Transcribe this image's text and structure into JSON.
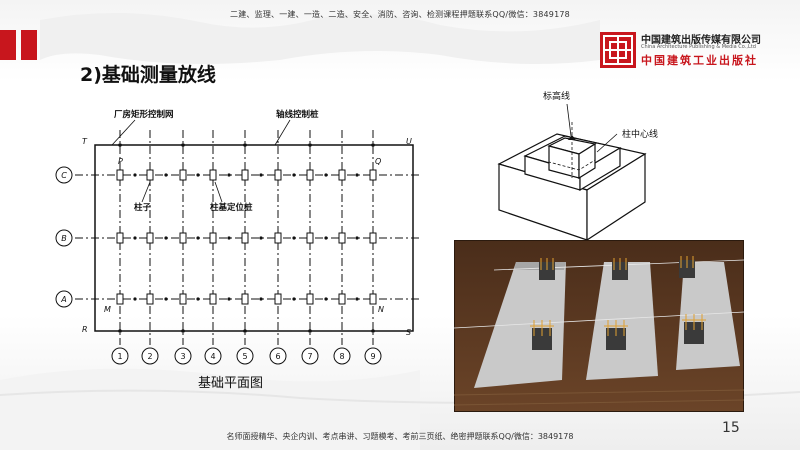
{
  "header": {
    "banner": "二建、监理、一建、一造、二造、安全、消防、咨询、检测课程押题联系QQ/微信：3849178"
  },
  "logo": {
    "name_cn": "中国建筑出版传媒有限公司",
    "name_en": "China Architecture Publishing & Media Co.,Ltd",
    "calligraphy": "中国建筑工业出版社"
  },
  "slide": {
    "title": "2)基础测量放线",
    "page_number": "15"
  },
  "plan_drawing": {
    "caption": "基础平面图",
    "label_control_net": "厂房矩形控制网",
    "label_axis_stake": "轴线控制桩",
    "label_column": "柱子",
    "label_base_stake": "柱基定位桩",
    "row_labels": [
      "C",
      "B",
      "A"
    ],
    "column_labels": [
      "1",
      "2",
      "3",
      "4",
      "5",
      "6",
      "7",
      "8",
      "9"
    ],
    "corner_labels": {
      "T": "T",
      "U": "U",
      "R": "R",
      "S": "S",
      "P": "P",
      "Q": "Q",
      "M": "M",
      "N": "N"
    }
  },
  "iso_drawing": {
    "label_elevation": "标高线",
    "label_center": "柱中心线"
  },
  "footer": {
    "banner": "名师面授精华、央企内训、考点串讲、习题模考、考前三页纸、绝密押题联系QQ/微信：3849178"
  },
  "colors": {
    "accent_red": "#c8161d",
    "photo_ground": "#5a3a22",
    "photo_strip": "#c9c9c9"
  }
}
